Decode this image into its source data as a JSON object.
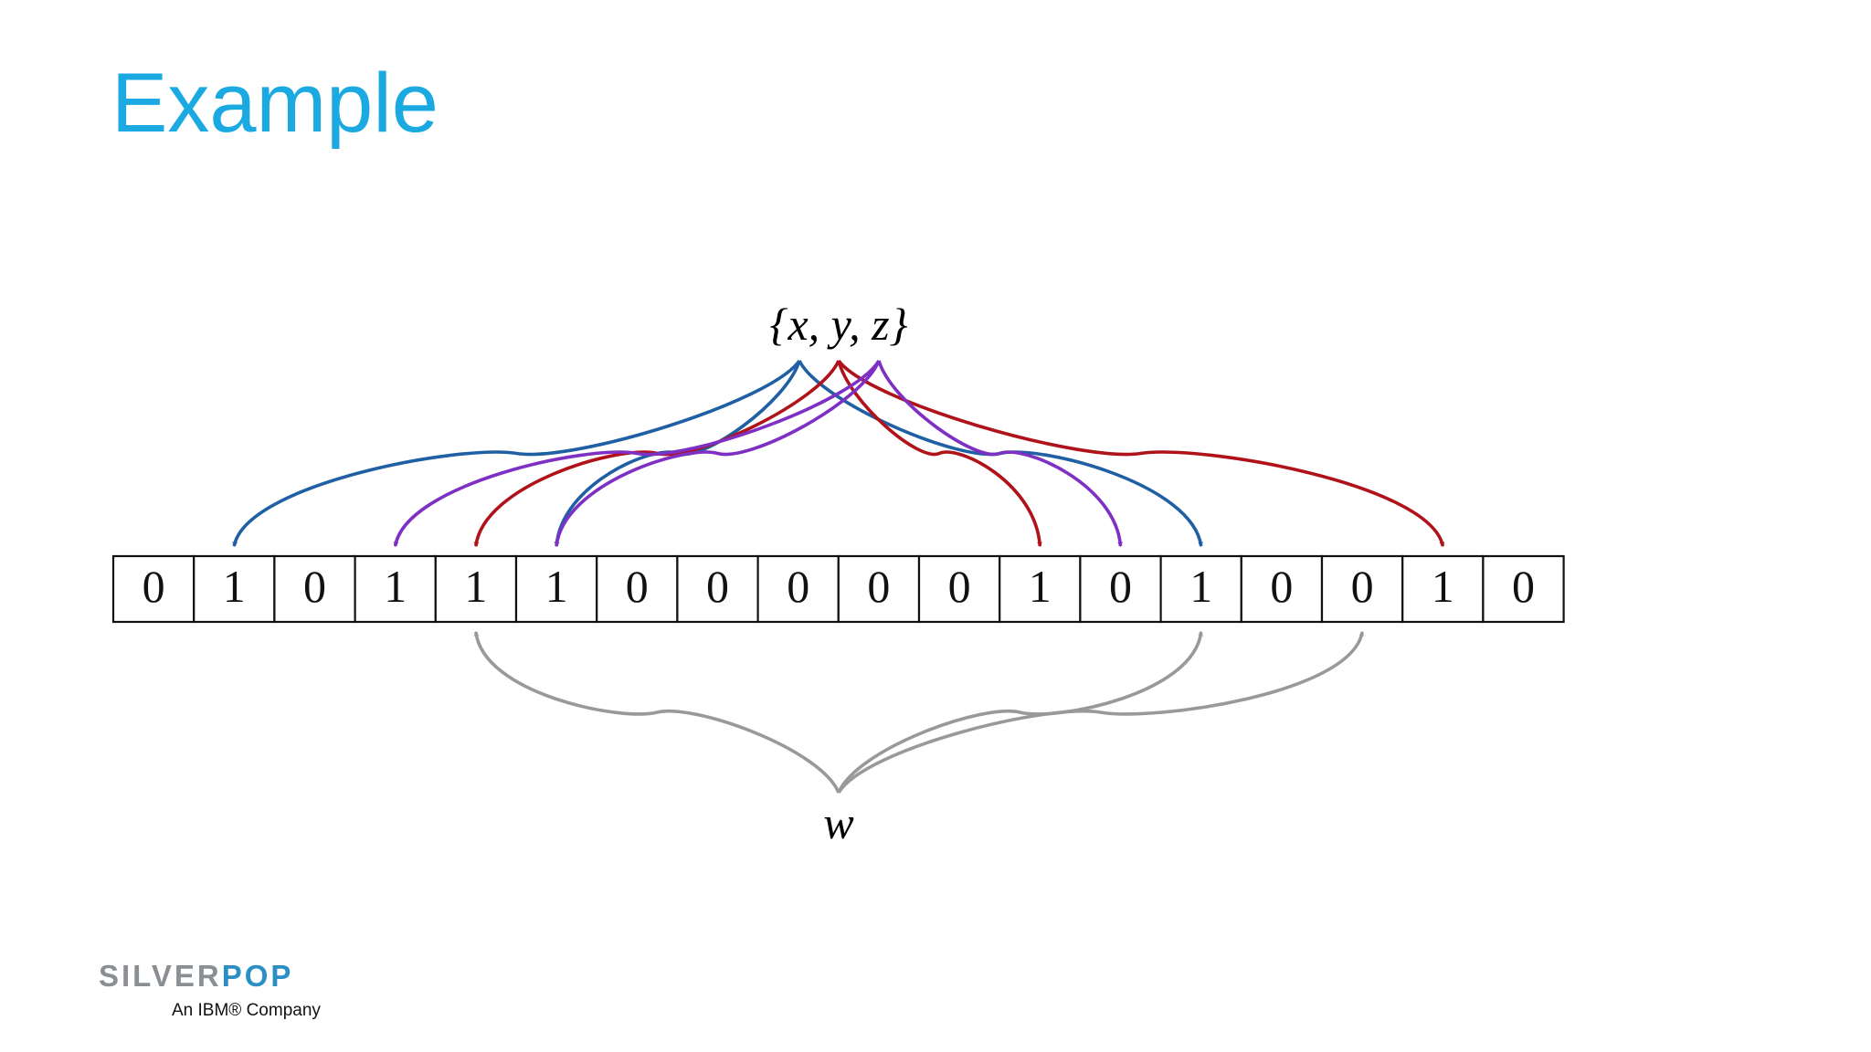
{
  "slide": {
    "title": "Example"
  },
  "diagram": {
    "set_label": "{x, y, z}",
    "query_label": "w",
    "bits": [
      0,
      1,
      0,
      1,
      1,
      1,
      0,
      0,
      0,
      0,
      0,
      1,
      0,
      1,
      0,
      0,
      1,
      0
    ],
    "colors": {
      "x": "#1f5fa3",
      "y": "#b0121a",
      "z": "#7e2fc4",
      "w": "#999999"
    },
    "set_mappings": [
      {
        "element": "x",
        "targets": [
          1,
          5,
          13
        ]
      },
      {
        "element": "y",
        "targets": [
          4,
          11,
          16
        ]
      },
      {
        "element": "z",
        "targets": [
          3,
          5,
          12
        ]
      }
    ],
    "query_mapping": {
      "element": "w",
      "targets": [
        4,
        13,
        15
      ]
    }
  },
  "logo": {
    "brand_part1": "SILVER",
    "brand_part2": "POP",
    "tagline": "An IBM® Company",
    "colors": {
      "silver": "#8a8f94",
      "pop": "#2b8fc6"
    }
  }
}
